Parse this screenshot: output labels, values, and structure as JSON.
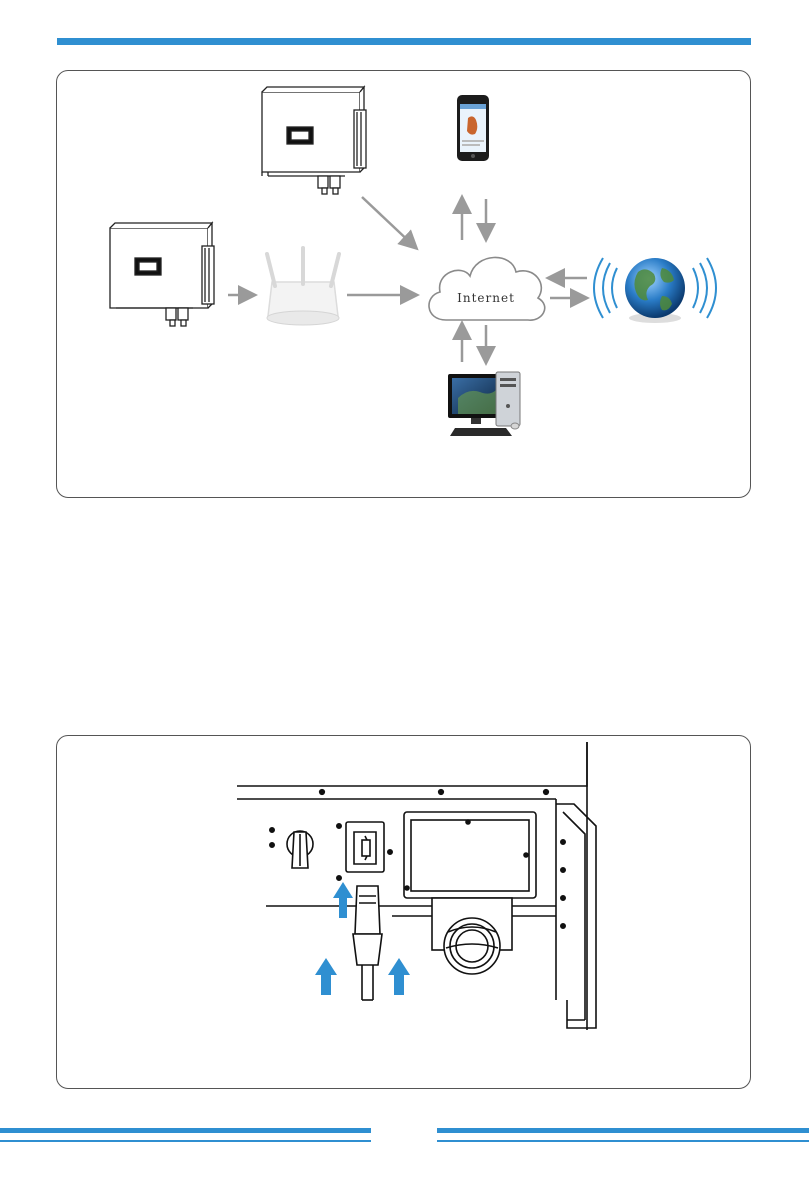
{
  "diagram": {
    "cloud_label": "Internet",
    "nodes": [
      {
        "id": "inverter-top",
        "kind": "inverter"
      },
      {
        "id": "inverter-left",
        "kind": "inverter"
      },
      {
        "id": "router",
        "kind": "wifi-router"
      },
      {
        "id": "internet",
        "kind": "cloud"
      },
      {
        "id": "phone",
        "kind": "smartphone"
      },
      {
        "id": "globe",
        "kind": "globe-server"
      },
      {
        "id": "computer",
        "kind": "desktop-pc"
      }
    ]
  },
  "colors": {
    "accent": "#2f8fd1",
    "arrow_gray": "#9a9a9a",
    "line": "#222222"
  },
  "icons": [
    "phone-icon",
    "globe-icon",
    "computer-icon",
    "router-icon",
    "cloud-icon",
    "inverter-icon"
  ]
}
